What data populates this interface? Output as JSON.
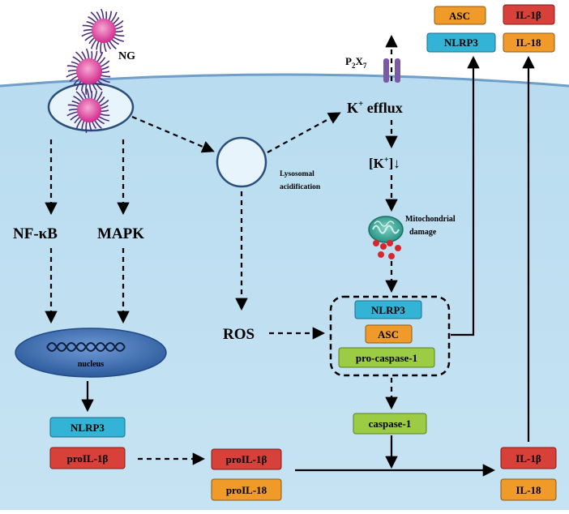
{
  "labels": {
    "ng": "NG",
    "p2x7_main": "P",
    "p2x7_sub1": "2",
    "p2x7_x": "X",
    "p2x7_sub2": "7",
    "k_efflux_k": "K",
    "k_efflux_sup": "+",
    "k_efflux_text": " efflux",
    "k_low_open": "[K",
    "k_low_sup": "+",
    "k_low_close": "]↓",
    "lysosomal_1": "Lysosomal",
    "lysosomal_2": "acidification",
    "mito_1": "Mitochondrial",
    "mito_2": "damage",
    "nfkb": "NF-κB",
    "mapk": "MAPK",
    "nucleus": "nucleus",
    "ros": "ROS"
  },
  "boxes": {
    "top_asc": "ASC",
    "top_nlrp3": "NLRP3",
    "top_il1b": "IL-1β",
    "top_il18": "IL-18",
    "complex_nlrp3": "NLRP3",
    "complex_asc": "ASC",
    "complex_procasp": "pro-caspase-1",
    "caspase1": "caspase-1",
    "left_nlrp3": "NLRP3",
    "left_proil1b": "proIL-1β",
    "mid_proil1b": "proIL-1β",
    "mid_proil18": "proIL-18",
    "out_il1b": "IL-1β",
    "out_il18": "IL-18"
  },
  "colors": {
    "cytoplasm_top": "#b9dcf0",
    "cytoplasm_bottom": "#c6e3f3",
    "membrane": "#6f9ec8",
    "nlrp3": "#33b3d6",
    "asc": "#f09a2a",
    "il1b": "#d8403a",
    "il18": "#f09a2a",
    "caspase": "#9ccc43",
    "nucleus": "#3b6fb3",
    "p2x7": "#7a5aa6",
    "ng_core": "#e0369b",
    "ng_spike": "#4b2a7a",
    "mito": "#35a99a",
    "mito_dot": "#d9262c"
  }
}
